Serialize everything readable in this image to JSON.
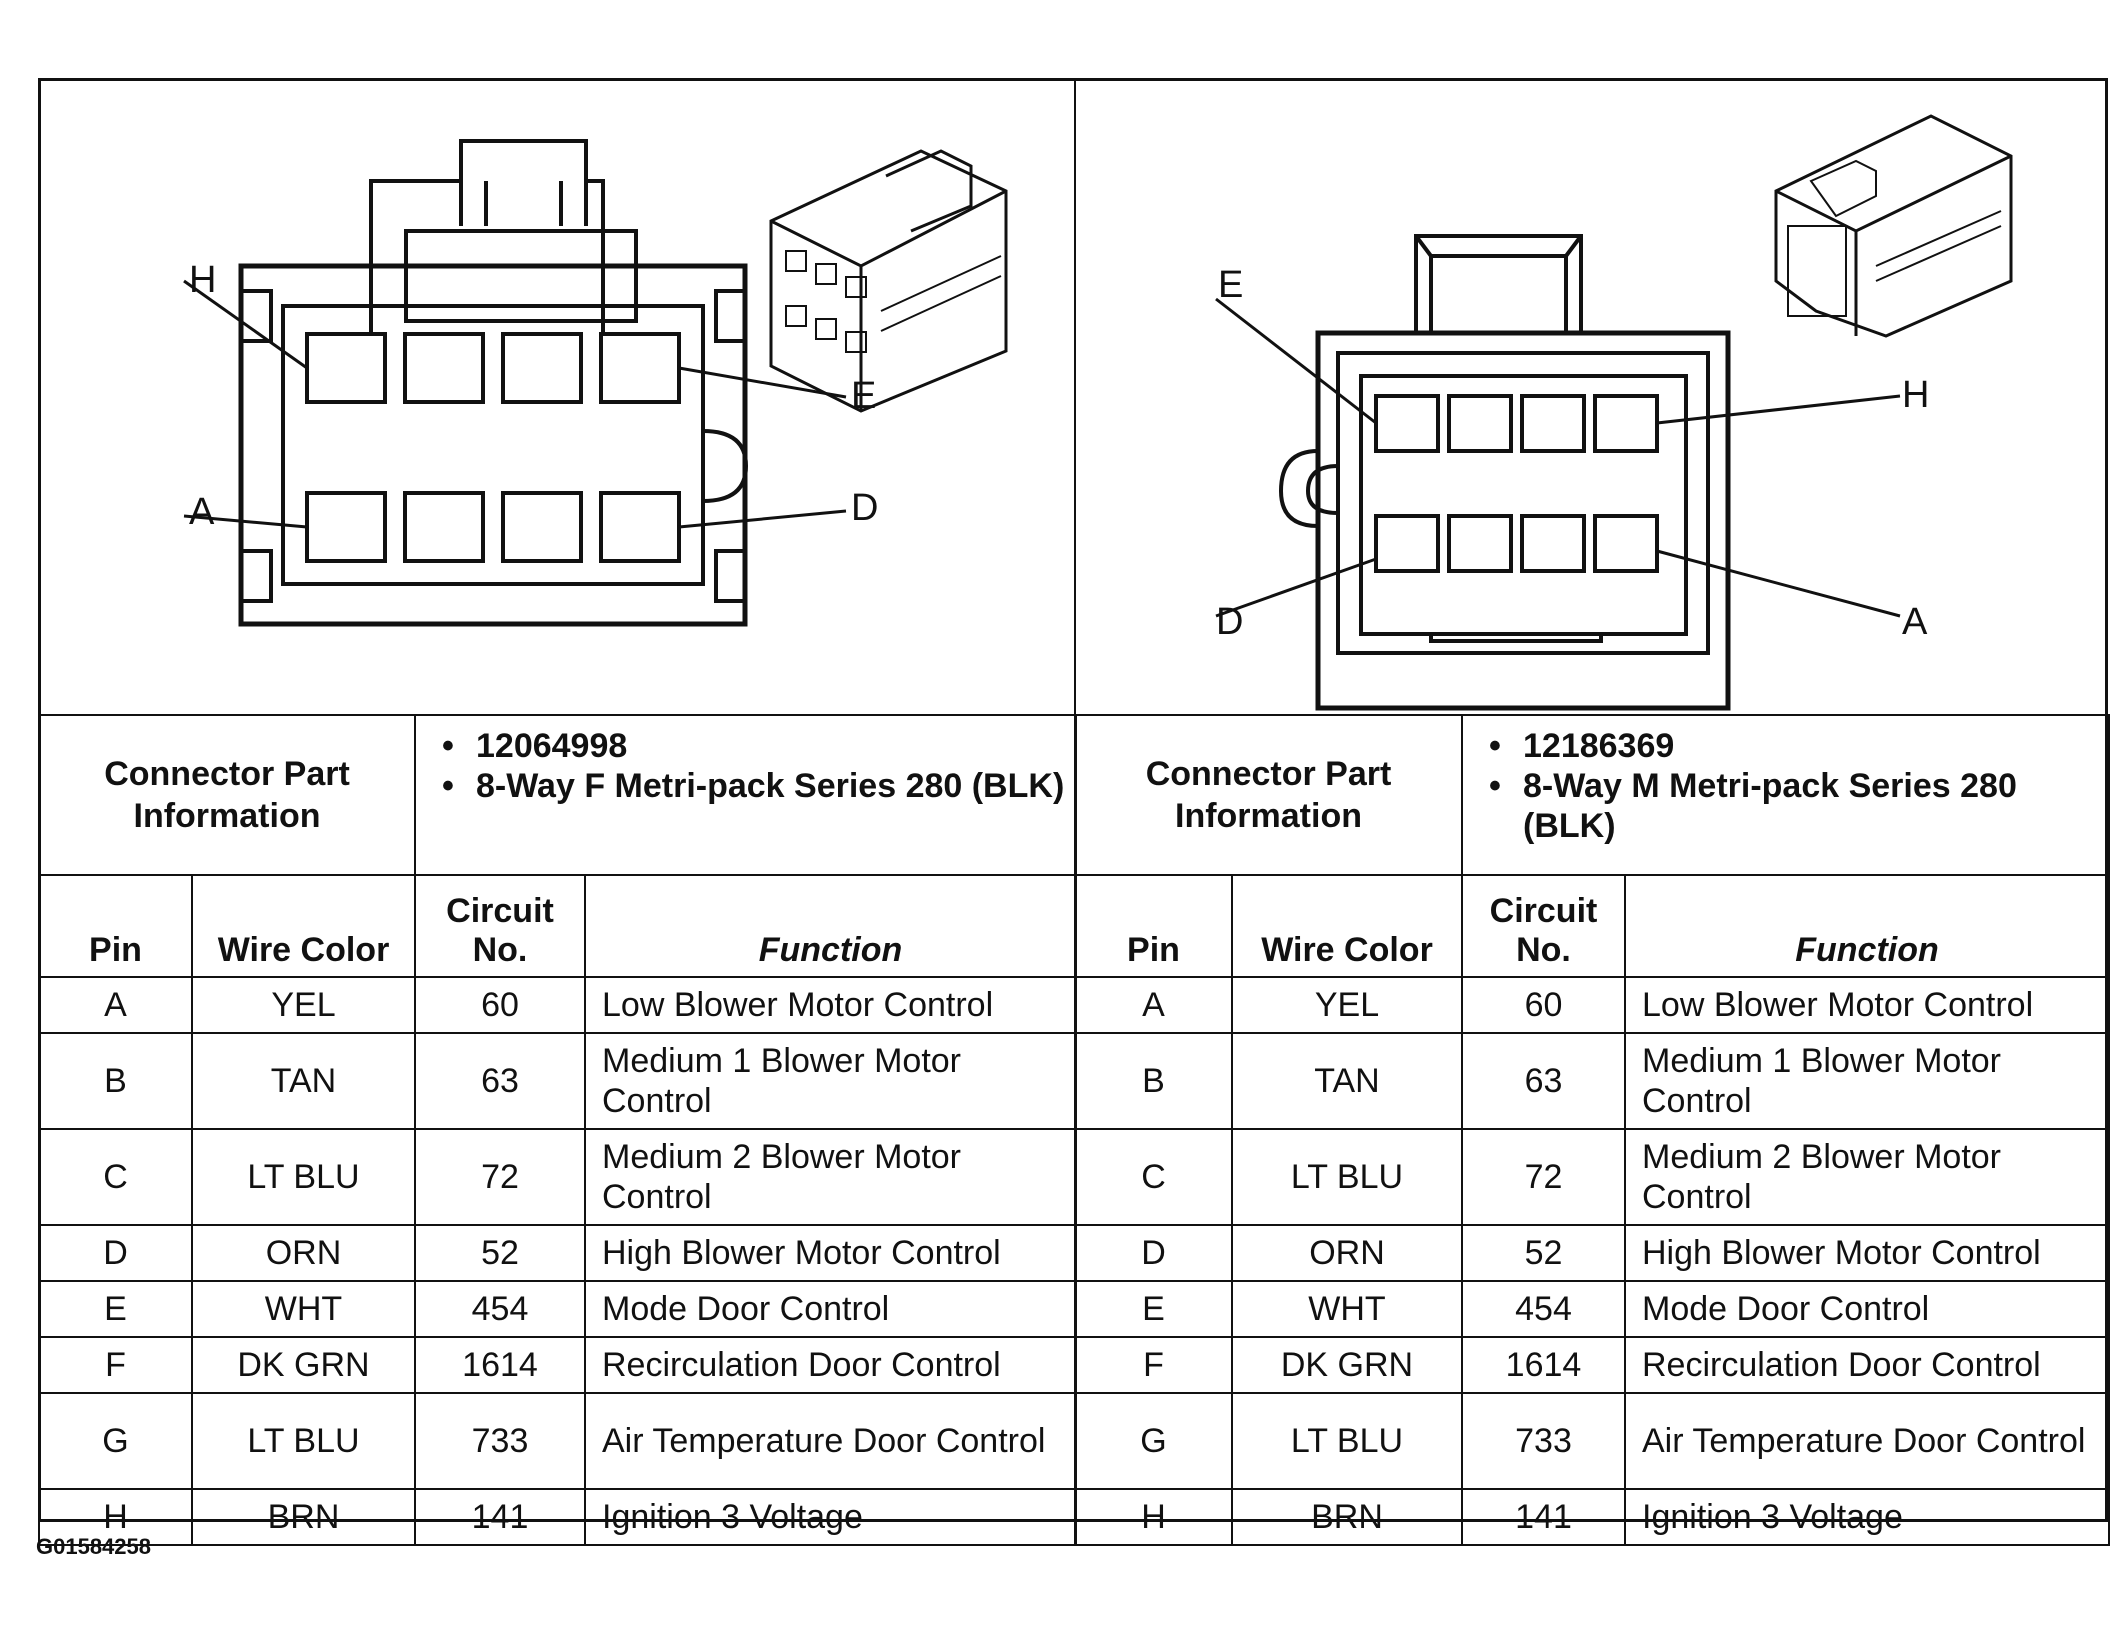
{
  "left": {
    "pin_labels": {
      "top_left": "H",
      "top_right": "E",
      "bottom_left": "A",
      "bottom_right": "D"
    },
    "info_title": "Connector Part Information",
    "info_items": [
      "12064998",
      "8-Way F Metri-pack Series 280 (BLK)"
    ],
    "headers": {
      "pin": "Pin",
      "wire_color": "Wire Color",
      "circuit": "Circuit No.",
      "function": "Function"
    },
    "rows": [
      {
        "pin": "A",
        "color": "YEL",
        "circuit": "60",
        "function": "Low Blower Motor Control"
      },
      {
        "pin": "B",
        "color": "TAN",
        "circuit": "63",
        "function": "Medium 1 Blower Motor Control"
      },
      {
        "pin": "C",
        "color": "LT BLU",
        "circuit": "72",
        "function": "Medium 2 Blower Motor Control"
      },
      {
        "pin": "D",
        "color": "ORN",
        "circuit": "52",
        "function": "High Blower Motor Control"
      },
      {
        "pin": "E",
        "color": "WHT",
        "circuit": "454",
        "function": "Mode Door Control"
      },
      {
        "pin": "F",
        "color": "DK GRN",
        "circuit": "1614",
        "function": "Recirculation Door Control"
      },
      {
        "pin": "G",
        "color": "LT BLU",
        "circuit": "733",
        "function": "Air Temperature Door Control"
      },
      {
        "pin": "H",
        "color": "BRN",
        "circuit": "141",
        "function": "Ignition 3 Voltage"
      }
    ]
  },
  "right": {
    "pin_labels": {
      "top_left": "E",
      "top_right": "H",
      "bottom_left": "D",
      "bottom_right": "A"
    },
    "info_title": "Connector Part Information",
    "info_items": [
      "12186369",
      "8-Way M Metri-pack Series 280 (BLK)"
    ],
    "headers": {
      "pin": "Pin",
      "wire_color": "Wire Color",
      "circuit": "Circuit No.",
      "function": "Function"
    },
    "rows": [
      {
        "pin": "A",
        "color": "YEL",
        "circuit": "60",
        "function": "Low Blower Motor Control"
      },
      {
        "pin": "B",
        "color": "TAN",
        "circuit": "63",
        "function": "Medium 1 Blower Motor Control"
      },
      {
        "pin": "C",
        "color": "LT BLU",
        "circuit": "72",
        "function": "Medium 2 Blower Motor Control"
      },
      {
        "pin": "D",
        "color": "ORN",
        "circuit": "52",
        "function": "High Blower Motor Control"
      },
      {
        "pin": "E",
        "color": "WHT",
        "circuit": "454",
        "function": "Mode Door Control"
      },
      {
        "pin": "F",
        "color": "DK GRN",
        "circuit": "1614",
        "function": "Recirculation Door Control"
      },
      {
        "pin": "G",
        "color": "LT BLU",
        "circuit": "733",
        "function": "Air Temperature Door Control"
      },
      {
        "pin": "H",
        "color": "BRN",
        "circuit": "141",
        "function": "Ignition 3 Voltage"
      }
    ]
  },
  "figure_id": "G01584258"
}
